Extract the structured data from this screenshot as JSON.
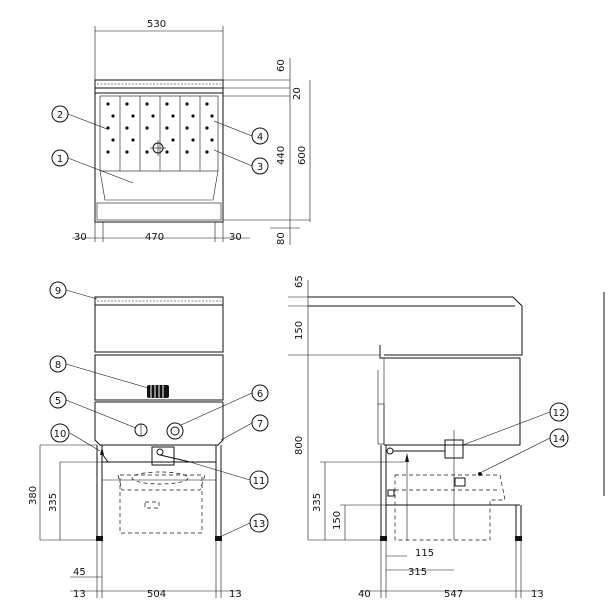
{
  "top_view": {
    "dims": {
      "width_total": "530",
      "top_strip": "60",
      "rail": "20",
      "basket_height": "440",
      "total_height": "600",
      "bottom": "80",
      "left_margin": "30",
      "inner_width": "470",
      "right_margin": "30"
    },
    "callouts": [
      "2",
      "1",
      "4",
      "3"
    ]
  },
  "front_view": {
    "dims": {
      "total_leg_height": "380",
      "drain_height": "335",
      "leg_offset": "45",
      "left_leg": "13",
      "leg_span": "504",
      "right_leg": "13"
    },
    "callouts": [
      "9",
      "8",
      "5",
      "6",
      "7",
      "10",
      "11",
      "13"
    ]
  },
  "side_view": {
    "dims": {
      "top": "65",
      "upper": "150",
      "height": "800",
      "drain_height": "335",
      "pan_height": "150",
      "drain_offset": "115",
      "pipe_offset": "315",
      "left": "40",
      "depth": "547",
      "right": "13"
    },
    "callouts": [
      "12",
      "14"
    ]
  }
}
